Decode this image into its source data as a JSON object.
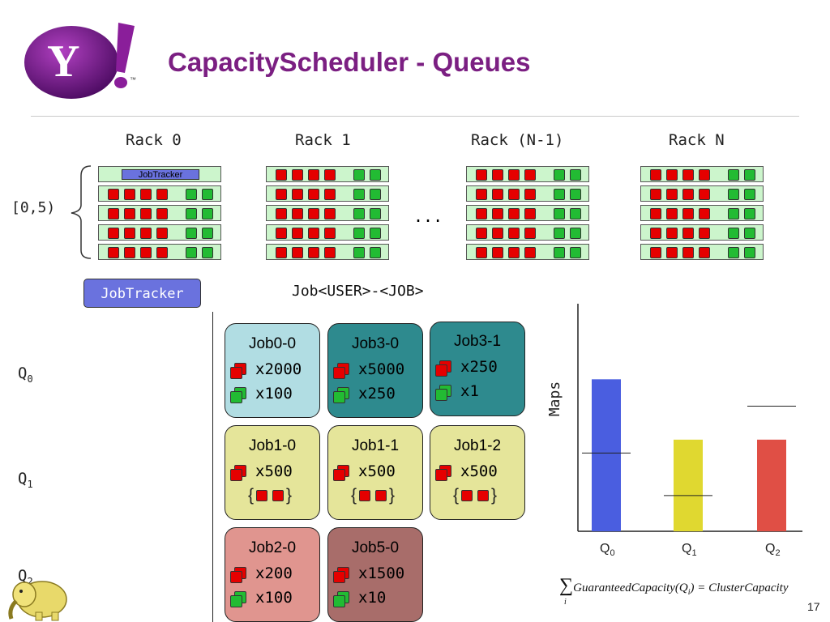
{
  "title": "CapacityScheduler - Queues",
  "logo": {
    "letter": "Y",
    "tm": "™"
  },
  "racks": [
    "Rack 0",
    "Rack 1",
    "Rack (N-1)",
    "Rack N"
  ],
  "bracket_label": "[0,5)",
  "ellipsis": "...",
  "jobtracker_badge": "JobTracker",
  "jobtracker_box": "JobTracker",
  "job_pattern": "Job<USER>-<JOB>",
  "queues": [
    {
      "label": "Q",
      "sub": "0"
    },
    {
      "label": "Q",
      "sub": "1"
    },
    {
      "label": "Q",
      "sub": "2"
    }
  ],
  "jobs": {
    "job0_0": {
      "name": "Job0-0",
      "maps": "x2000",
      "reduces": "x100",
      "color": "#b1dde3"
    },
    "job3_0": {
      "name": "Job3-0",
      "maps": "x5000",
      "reduces": "x250",
      "color": "#2e8a8e"
    },
    "job3_1": {
      "name": "Job3-1",
      "maps": "x250",
      "reduces": "x1",
      "color": "#2e8a8e"
    },
    "job1_0": {
      "name": "Job1-0",
      "maps": "x500",
      "brace_open": "{",
      "brace_close": "}",
      "color": "#e5e59a"
    },
    "job1_1": {
      "name": "Job1-1",
      "maps": "x500",
      "brace_open": "{",
      "brace_close": "}",
      "color": "#e5e59a"
    },
    "job1_2": {
      "name": "Job1-2",
      "maps": "x500",
      "brace_open": "{",
      "brace_close": "}",
      "color": "#e5e59a"
    },
    "job2_0": {
      "name": "Job2-0",
      "maps": "x200",
      "reduces": "x100",
      "color": "#e0958f"
    },
    "job5_0": {
      "name": "Job5-0",
      "maps": "x1500",
      "reduces": "x10",
      "color": "#a86d6a"
    }
  },
  "chart_data": {
    "type": "bar",
    "ylabel": "Maps",
    "categories": [
      "Q0",
      "Q1",
      "Q2"
    ],
    "category_labels": [
      {
        "label": "Q",
        "sub": "0"
      },
      {
        "label": "Q",
        "sub": "1"
      },
      {
        "label": "Q",
        "sub": "2"
      }
    ],
    "values": [
      0.68,
      0.41,
      0.41
    ],
    "guaranteed_capacity_lines": [
      0.35,
      0.16,
      0.56
    ],
    "ylim": [
      0,
      1
    ],
    "colors": [
      "#4a5ee0",
      "#e0d830",
      "#e04f45"
    ]
  },
  "formula": {
    "sum": "∑",
    "sub": "i",
    "text": "GuaranteedCapacity(Q",
    "text_sub": "i",
    "text_end": ") = ClusterCapacity"
  },
  "page_number": "17"
}
